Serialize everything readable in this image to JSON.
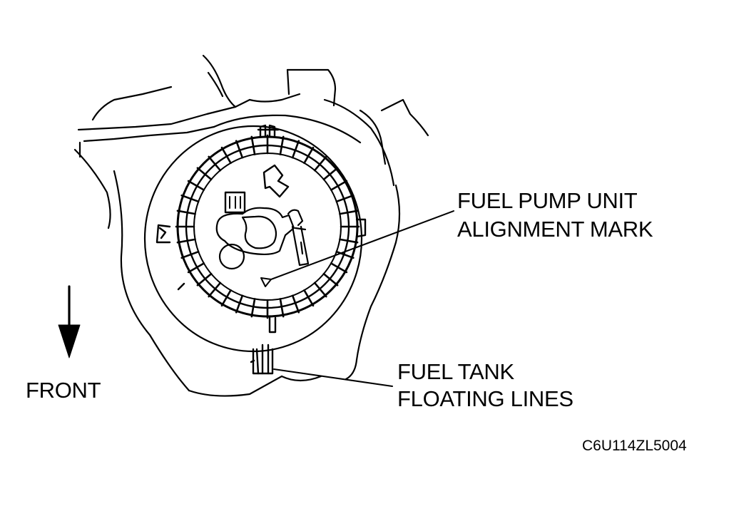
{
  "labels": {
    "pump_mark_line1": "FUEL PUMP UNIT",
    "pump_mark_line2": "ALIGNMENT MARK",
    "tank_lines_line1": "FUEL TANK",
    "tank_lines_line2": "FLOATING LINES",
    "front": "FRONT"
  },
  "figure_code": "C6U114ZL5004",
  "colors": {
    "ink": "#000000",
    "paper": "#ffffff"
  },
  "icons": {
    "front_arrow": "arrow-down-icon",
    "alignment_mark": "triangle-down-icon"
  }
}
